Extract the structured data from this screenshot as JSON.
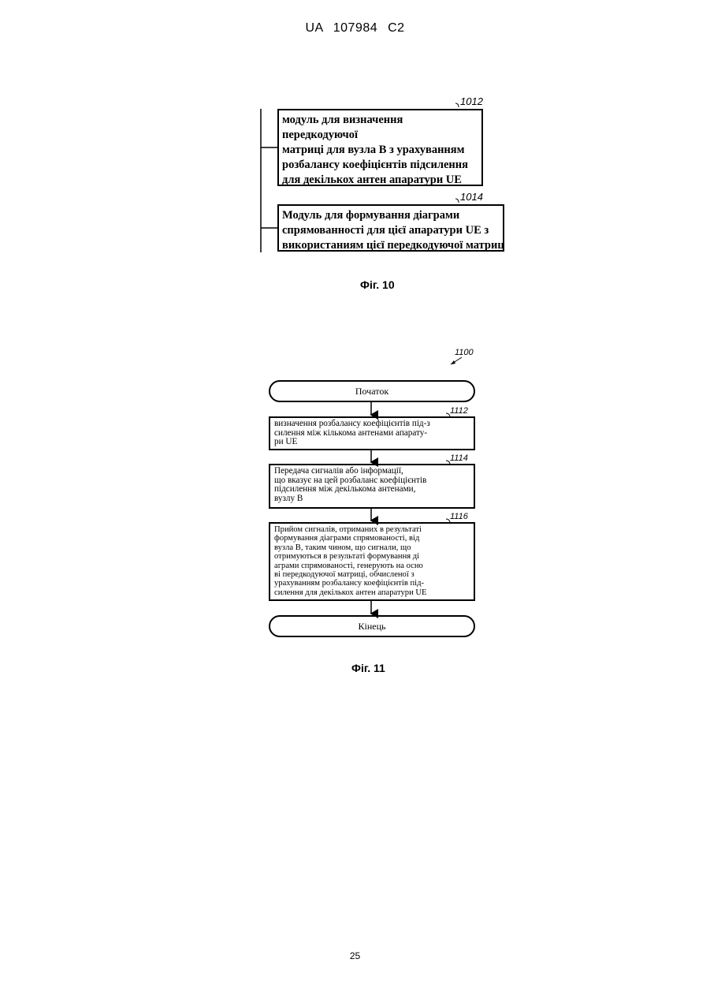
{
  "header": {
    "text": "UA   107984   C2"
  },
  "fig10": {
    "box1012": {
      "ref": "1012",
      "lines": [
        "модуль для визначення передкодуючої",
        "матриці для вузла В з урахуванням",
        "розбалансу коефіцієнтів підсилення",
        "для декількох антен апаратури UE"
      ]
    },
    "box1014": {
      "ref": "1014",
      "lines": [
        "Модуль для формування діаграми",
        "спрямованності для цієї апаратури UE з",
        "використаниям цієї передкодуючої матриці"
      ]
    },
    "caption": "Фіг. 10"
  },
  "fig11": {
    "ref": "1100",
    "start": "Початок",
    "step1112": {
      "ref": "1112",
      "lines": [
        "визначення розбалансу коефіцієнтів під-з",
        "силення між кількома антенами апарату-",
        "ри UE"
      ]
    },
    "step1114": {
      "ref": "1114",
      "lines": [
        "Передача сигналів або інформації,",
        "що вказує на цей розбаланс коефіцієнтів",
        "підсилення між декількома антенами,",
        "вузлу В"
      ]
    },
    "step1116": {
      "ref": "1116",
      "lines": [
        "Прийом сигналів, отриманих в результаті",
        "формування діаграми спрямованості, від",
        "вузла В, таким чином, що сигнали, що",
        "отримуються в результаті формування ді",
        "аграми спрямованості, генерують на осно",
        "ві передкодуючої матриці, обчисленої з",
        "урахуванням розбалансу коефіцієнтів під-",
        "силення для декількох антен апаратури UE"
      ]
    },
    "end": "Кінець",
    "caption": "Фіг. 11"
  },
  "page_number": "25"
}
